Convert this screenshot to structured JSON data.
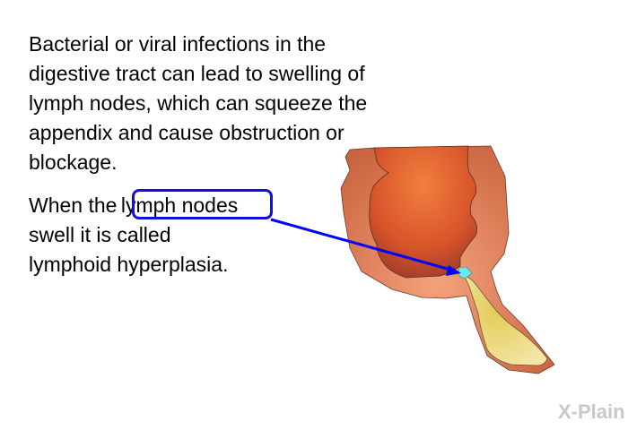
{
  "paragraph1": [
    "Bacterial or viral infections in the",
    "digestive tract can lead to swelling of",
    "lymph nodes, which can squeeze the",
    "appendix and cause obstruction or",
    "blockage."
  ],
  "paragraph2": {
    "line1_prefix": "When the ",
    "highlight": "lymph nodes",
    "line2": "swell it is called",
    "line3": "lymphoid hyperplasia."
  },
  "logo": "X-Plain",
  "colors": {
    "highlight": "#1010e0",
    "arrow": "#0000ff"
  }
}
